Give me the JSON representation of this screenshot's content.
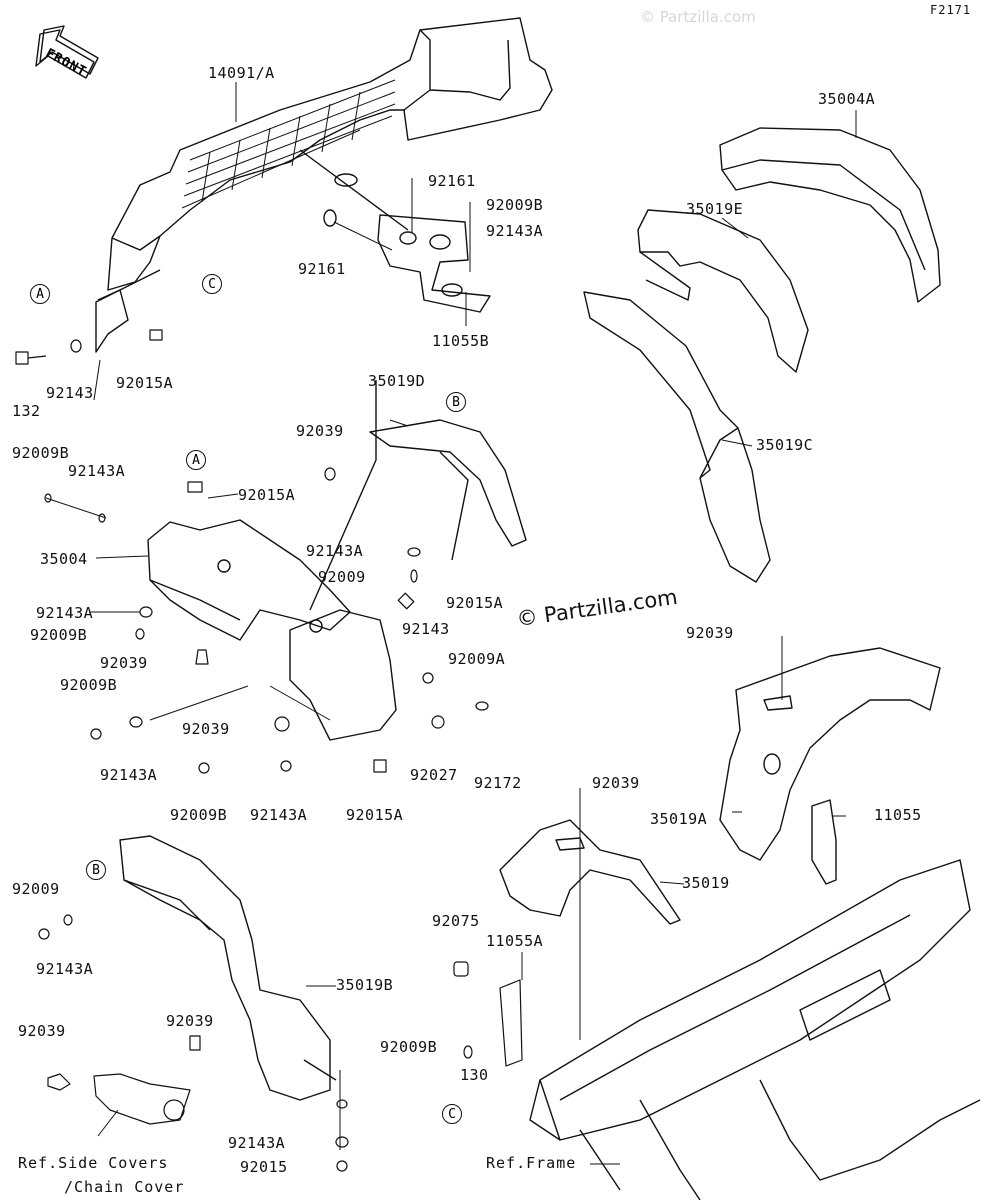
{
  "figure_id": "F2171",
  "direction_label": "FRONT",
  "watermark_main": "© Partzilla.com",
  "watermark_faint": "© Partzilla.com",
  "callouts": {
    "a": "A",
    "b": "B",
    "c": "C"
  },
  "refs": {
    "side_covers_line1": "Ref.Side Covers",
    "side_covers_line2": "/Chain Cover",
    "frame": "Ref.Frame"
  },
  "parts": {
    "p14091A": "14091/A",
    "p35004A": "35004A",
    "p92161_top": "92161",
    "p92009B_top": "92009B",
    "p92143A_top": "92143A",
    "p35019E": "35019E",
    "p92161_left": "92161",
    "p11055B": "11055B",
    "p92143_top": "92143",
    "p92015A_top": "92015A",
    "p132": "132",
    "p35019D": "35019D",
    "p92039_a": "92039",
    "p92009B_l1": "92009B",
    "p92143A_l1": "92143A",
    "p92015A_mid": "92015A",
    "p35019C": "35019C",
    "p35004": "35004",
    "p92143A_mid": "92143A",
    "p92009_mid": "92009",
    "p92143A_l2": "92143A",
    "p92015A_r": "92015A",
    "p92009B_l2": "92009B",
    "p92143_mid": "92143",
    "p92039_right": "92039",
    "p92039_b": "92039",
    "p92009A": "92009A",
    "p92009B_l3": "92009B",
    "p92039_c": "92039",
    "p92143A_l3": "92143A",
    "p92027": "92027",
    "p92172": "92172",
    "p92039_d": "92039",
    "p92009B_bot": "92009B",
    "p92143A_bot": "92143A",
    "p92015A_bot": "92015A",
    "p35019A": "35019A",
    "p11055": "11055",
    "p35019": "35019",
    "p92009_low": "92009",
    "p92143A_low": "92143A",
    "p92075": "92075",
    "p11055A": "11055A",
    "p35019B": "35019B",
    "p92039_e": "92039",
    "p92039_f": "92039",
    "p92009B_low": "92009B",
    "p130": "130",
    "p92143A_low2": "92143A",
    "p92015": "92015"
  }
}
